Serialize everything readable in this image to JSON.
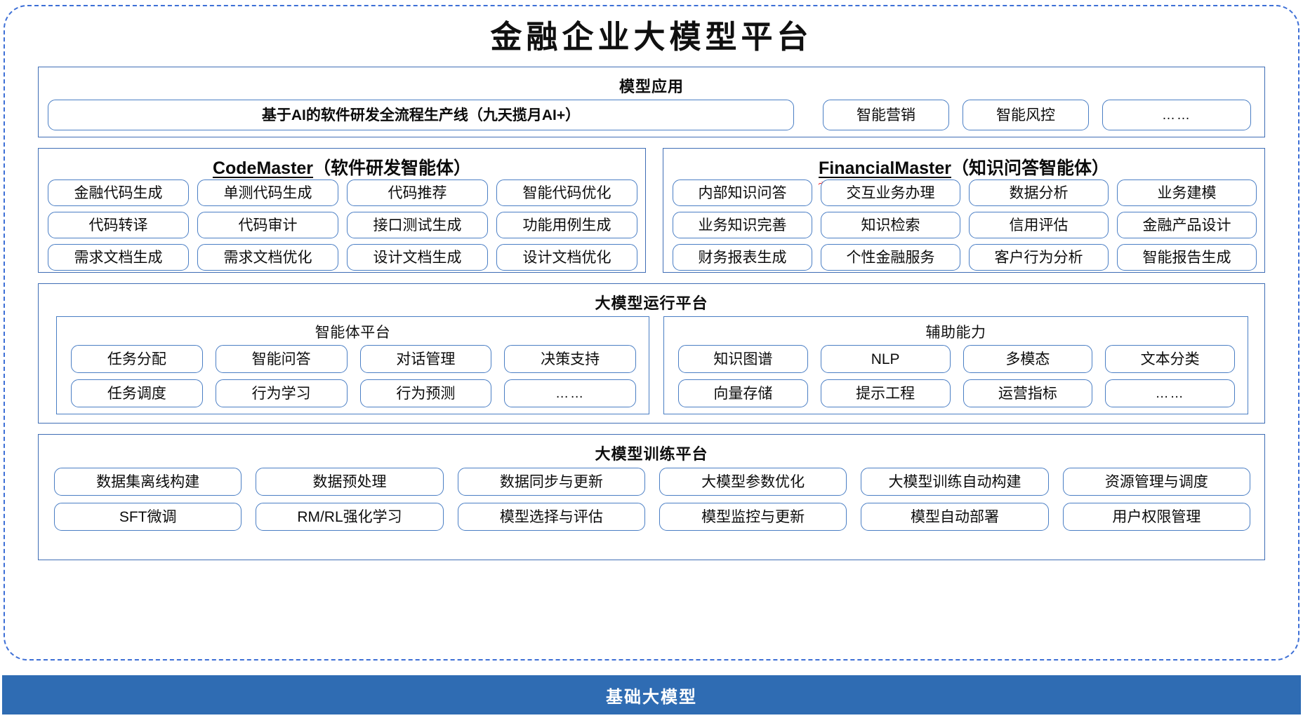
{
  "page": {
    "title": "金融企业大模型平台",
    "accent_blue": "#3d6fd6",
    "chip_border": "#4a7ec4",
    "section_border": "#3f6db5",
    "foundation_bar_bg": "#2f6cb3"
  },
  "model_application": {
    "title": "模型应用",
    "items": [
      {
        "label": "基于AI的软件研发全流程生产线（九天揽月AI+）",
        "emphasis": true
      },
      {
        "label": "智能营销",
        "emphasis": false
      },
      {
        "label": "智能风控",
        "emphasis": false
      },
      {
        "label": "……",
        "emphasis": false
      }
    ]
  },
  "agents": [
    {
      "name_en": "CodeMaster",
      "name_cn": "（软件研发智能体）",
      "spellcheck_underline": true,
      "items": [
        "金融代码生成",
        "单测代码生成",
        "代码推荐",
        "智能代码优化",
        "代码转译",
        "代码审计",
        "接口测试生成",
        "功能用例生成",
        "需求文档生成",
        "需求文档优化",
        "设计文档生成",
        "设计文档优化"
      ]
    },
    {
      "name_en": "FinancialMaster",
      "name_cn": "（知识问答智能体）",
      "spellcheck_underline": true,
      "items": [
        "内部知识问答",
        "交互业务办理",
        "数据分析",
        "业务建模",
        "业务知识完善",
        "知识检索",
        "信用评估",
        "金融产品设计",
        "财务报表生成",
        "个性金融服务",
        "客户行为分析",
        "智能报告生成"
      ]
    }
  ],
  "runtime_platform": {
    "title": "大模型运行平台",
    "groups": [
      {
        "title": "智能体平台",
        "items": [
          "任务分配",
          "智能问答",
          "对话管理",
          "决策支持",
          "任务调度",
          "行为学习",
          "行为预测",
          "……"
        ]
      },
      {
        "title": "辅助能力",
        "items": [
          "知识图谱",
          "NLP",
          "多模态",
          "文本分类",
          "向量存储",
          "提示工程",
          "运营指标",
          "……"
        ]
      }
    ]
  },
  "training_platform": {
    "title": "大模型训练平台",
    "items": [
      "数据集离线构建",
      "数据预处理",
      "数据同步与更新",
      "大模型参数优化",
      "大模型训练自动构建",
      "资源管理与调度",
      "SFT微调",
      "RM/RL强化学习",
      "模型选择与评估",
      "模型监控与更新",
      "模型自动部署",
      "用户权限管理"
    ]
  },
  "foundation": {
    "label": "基础大模型"
  }
}
